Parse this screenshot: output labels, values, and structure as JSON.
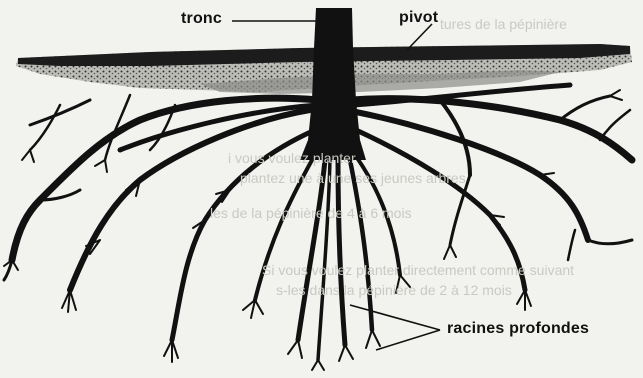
{
  "labels": {
    "tronc": "tronc",
    "pivot": "pivot",
    "racines_profondes": "racines profondes"
  },
  "bleed_through": [
    "tures de la pépinière",
    "i vous voulez planter",
    "plantez une à une ses jeunes arbres",
    "les de la pépinière de 4 à 6 mois",
    "Si vous voulez planter directement comme suivant",
    "s-les dans la pépinière de 2 à 12 mois"
  ],
  "colors": {
    "ink": "#111111",
    "paper": "#f2f2ef",
    "soil_gray": "#9a9a96"
  }
}
